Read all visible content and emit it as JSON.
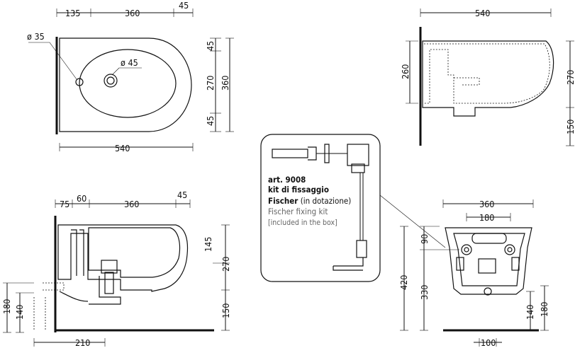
{
  "top_view": {
    "dims_top": [
      "135",
      "360",
      "45"
    ],
    "dim_bottom": "540",
    "dims_right_inner": [
      "45",
      "270",
      "45"
    ],
    "dim_right_outer": "360",
    "hole_small": "ø 35",
    "hole_large": "ø 45"
  },
  "side_view_top_right": {
    "dim_top": "540",
    "dim_left": "260",
    "dim_right_top": "270",
    "dim_right_bottom": "150"
  },
  "section_view": {
    "dims_top": [
      "75",
      "60",
      "360",
      "45"
    ],
    "dims_right": [
      "145",
      "270",
      "150"
    ],
    "dims_left": [
      "180",
      "140"
    ],
    "dim_bottom": "210"
  },
  "fixing_kit": {
    "art": "art. 9008",
    "line1": "kit di fissaggio",
    "line2_bold": "Fischer",
    "line2_rest": " (in dotazione)",
    "en_line1": "Fischer fixing kit",
    "en_line2": "[included in the box]"
  },
  "back_view": {
    "dim_top": "360",
    "dim_inner": "180",
    "dims_left": [
      "90",
      "420",
      "330"
    ],
    "dims_right": [
      "140",
      "180"
    ],
    "dim_bottom": "100"
  }
}
